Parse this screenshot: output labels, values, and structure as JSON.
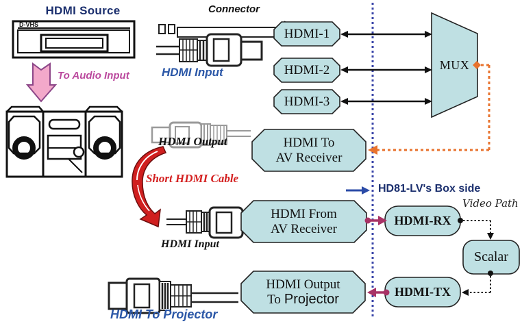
{
  "colors": {
    "node_fill": "#bfe0e3",
    "node_stroke": "#222222",
    "navy_text": "#1b2f6e",
    "blue_text": "#2b57a7",
    "magenta_text": "#bb4a9e",
    "red_text": "#d42020",
    "crimson_line": "#a83366",
    "orange_line": "#e8732e",
    "blue_dotted_line": "#3a45a8"
  },
  "labels": {
    "hdmi_source": "HDMI Source",
    "dvhs_badge": "D-VHS",
    "to_audio_input": "To Audio Input",
    "connector": "Connector",
    "hdmi_input_top": "HDMI Input",
    "hdmi_output": "HDMI Output",
    "short_hdmi_cable": "Short HDMI Cable",
    "hdmi_input_bottom": "HDMI Input",
    "hdmi_to_projector": "HDMI To Projector",
    "hd81_box_side": "HD81-LV's Box side",
    "video_path": "Video Path"
  },
  "nodes": {
    "hdmi1": {
      "label": "HDMI-1"
    },
    "hdmi2": {
      "label": "HDMI-2"
    },
    "hdmi3": {
      "label": "HDMI-3"
    },
    "mux": {
      "label": "MUX"
    },
    "hdmi_to_av_receiver": {
      "line1": "HDMI To",
      "line2": "AV Receiver"
    },
    "hdmi_from_av_receiver": {
      "line1": "HDMI From",
      "line2": "AV Receiver"
    },
    "hdmi_output_to_projector": {
      "line1": "HDMI Output",
      "line2_word1": "To",
      "line2_word2": "Projector"
    },
    "hdmi_rx": {
      "label": "HDMI-RX"
    },
    "hdmi_tx": {
      "label": "HDMI-TX"
    },
    "scalar": {
      "label": "Scalar"
    }
  }
}
